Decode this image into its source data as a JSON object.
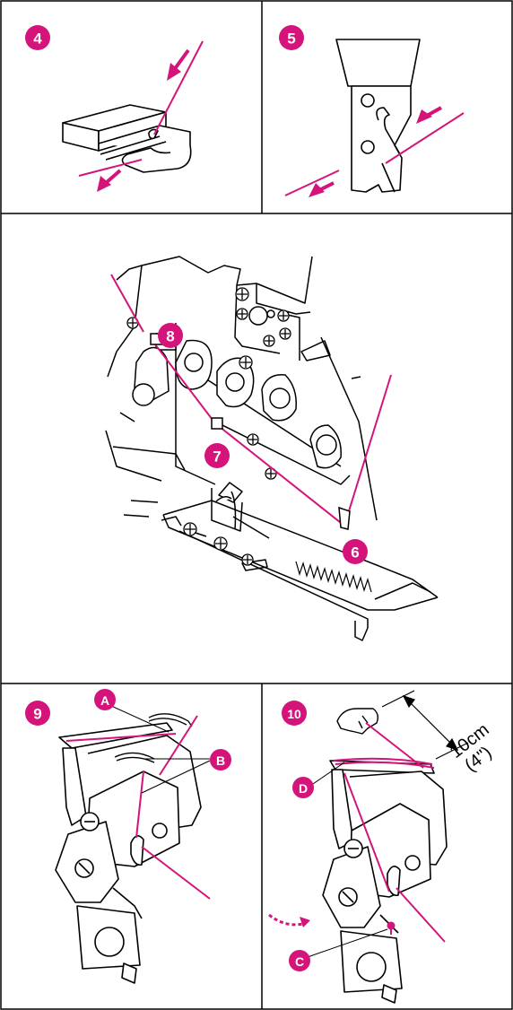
{
  "colors": {
    "accent": "#d4147a",
    "line": "#000000",
    "fill": "#ffffff"
  },
  "steps": {
    "s4": "4",
    "s5": "5",
    "s6": "6",
    "s7": "7",
    "s8": "8",
    "s9": "9",
    "s10": "10"
  },
  "callouts": {
    "a": "A",
    "b": "B",
    "c": "C",
    "d": "D"
  },
  "dimension": {
    "metric": "10cm",
    "imperial": "(4\")"
  }
}
